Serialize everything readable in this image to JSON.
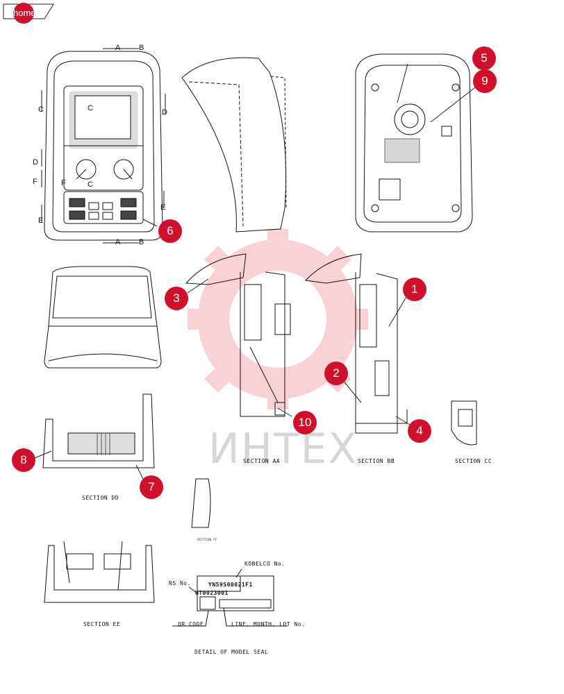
{
  "nav": {
    "home_label": "home"
  },
  "callouts": [
    "1",
    "2",
    "3",
    "4",
    "5",
    "6",
    "7",
    "8",
    "9",
    "10"
  ],
  "section_labels": {
    "aa": "SECTION AA",
    "bb": "SECTION BB",
    "cc": "SECTION CC",
    "dd": "SECTION DD",
    "ee": "SECTION EE",
    "ff": "SECTION FF"
  },
  "view_letters": {
    "a": "A",
    "b": "B",
    "c": "C",
    "d": "D",
    "e": "E",
    "f": "F"
  },
  "seal": {
    "title": "DETAIL OF MODEL SEAL",
    "kobelco_no": "KOBELCO No.",
    "ns_no": "NS No.",
    "part_no": "YN59S00021F1",
    "serial_no": "UT0023001",
    "qr_code": "QR CODE",
    "line_month_lot": "LINE, MONTH, LOT No."
  },
  "watermark": "ИНТЕХ",
  "colors": {
    "accent": "#d0112b",
    "line": "#111111",
    "watermark": "#f4b8bc"
  }
}
